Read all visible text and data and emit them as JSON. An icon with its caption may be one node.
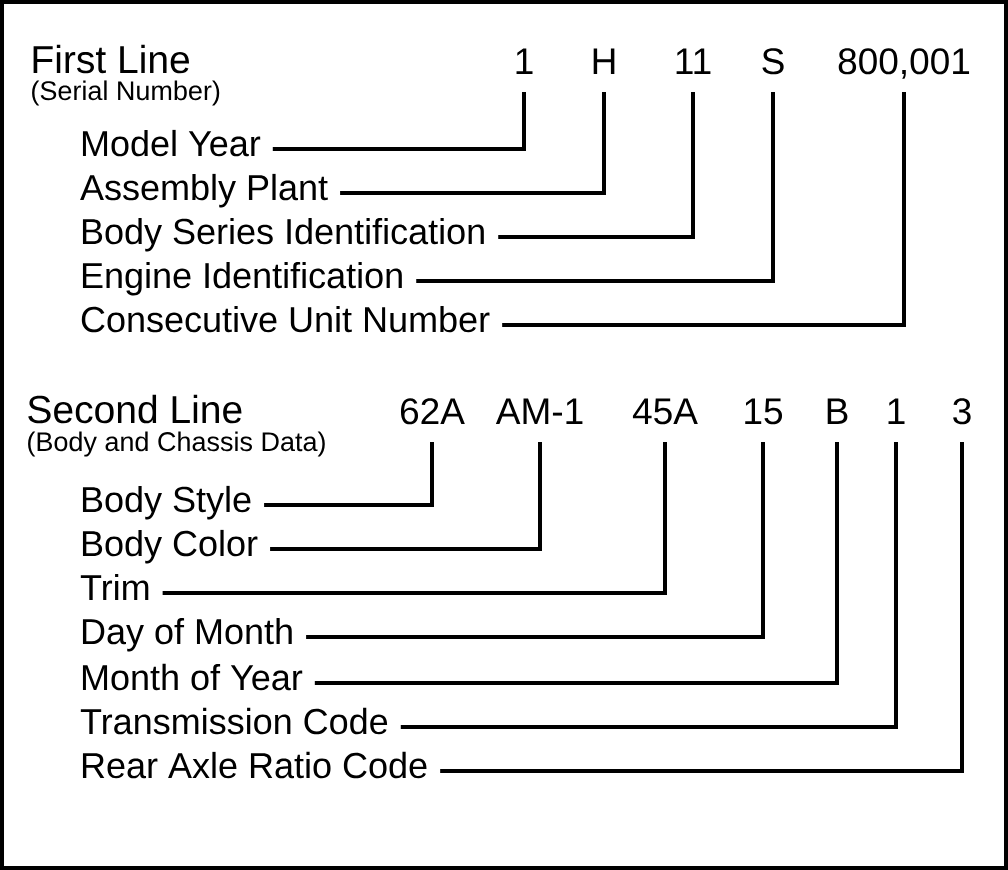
{
  "diagram": {
    "nodes": [
      {
        "text": [
          "1"
        ]
      },
      {
        "text": [
          "H"
        ]
      },
      {
        "text": [
          "11"
        ]
      },
      {
        "text": [
          "S"
        ]
      },
      {
        "text": [
          "800,001"
        ]
      },
      {
        "text": [
          "Model Year"
        ]
      },
      {
        "text": [
          "Assembly Plant"
        ]
      },
      {
        "text": [
          "Body Series Identification"
        ]
      },
      {
        "text": [
          "Engine Identification"
        ]
      },
      {
        "text": [
          "Consecutive Unit Number"
        ]
      },
      {
        "text": [
          "62A"
        ]
      },
      {
        "text": [
          "AM-1"
        ]
      },
      {
        "text": [
          "45A"
        ]
      },
      {
        "text": [
          "15"
        ]
      },
      {
        "text": [
          "B"
        ]
      },
      {
        "text": [
          "1"
        ]
      },
      {
        "text": [
          "3"
        ]
      },
      {
        "text": [
          "Body Style"
        ]
      },
      {
        "text": [
          "Body Color"
        ]
      },
      {
        "text": [
          "Trim"
        ]
      },
      {
        "text": [
          "Day of Month"
        ]
      },
      {
        "text": [
          "Month of Year"
        ]
      },
      {
        "text": [
          "Transmission Code"
        ]
      },
      {
        "text": [
          "Rear Axle Ratio Code"
        ]
      }
    ],
    "edges": [
      {
        "from": 5,
        "to": 0,
        "arrow": "none"
      },
      {
        "from": 6,
        "to": 1,
        "arrow": "none"
      },
      {
        "from": 7,
        "to": 2,
        "arrow": "none"
      },
      {
        "from": 8,
        "to": 3,
        "arrow": "none"
      },
      {
        "from": 9,
        "to": 4,
        "arrow": "none"
      },
      {
        "from": 17,
        "to": 10,
        "arrow": "none"
      },
      {
        "from": 18,
        "to": 11,
        "arrow": "none"
      },
      {
        "from": 19,
        "to": 12,
        "arrow": "none"
      },
      {
        "from": 20,
        "to": 13,
        "arrow": "none"
      },
      {
        "from": 21,
        "to": 14,
        "arrow": "none"
      },
      {
        "from": 22,
        "to": 15,
        "arrow": "none"
      },
      {
        "from": 23,
        "to": 16,
        "arrow": "none"
      }
    ],
    "labels": [
      "First Line",
      "(Serial Number)",
      "Second Line",
      "(Body and Chassis Data)"
    ]
  }
}
